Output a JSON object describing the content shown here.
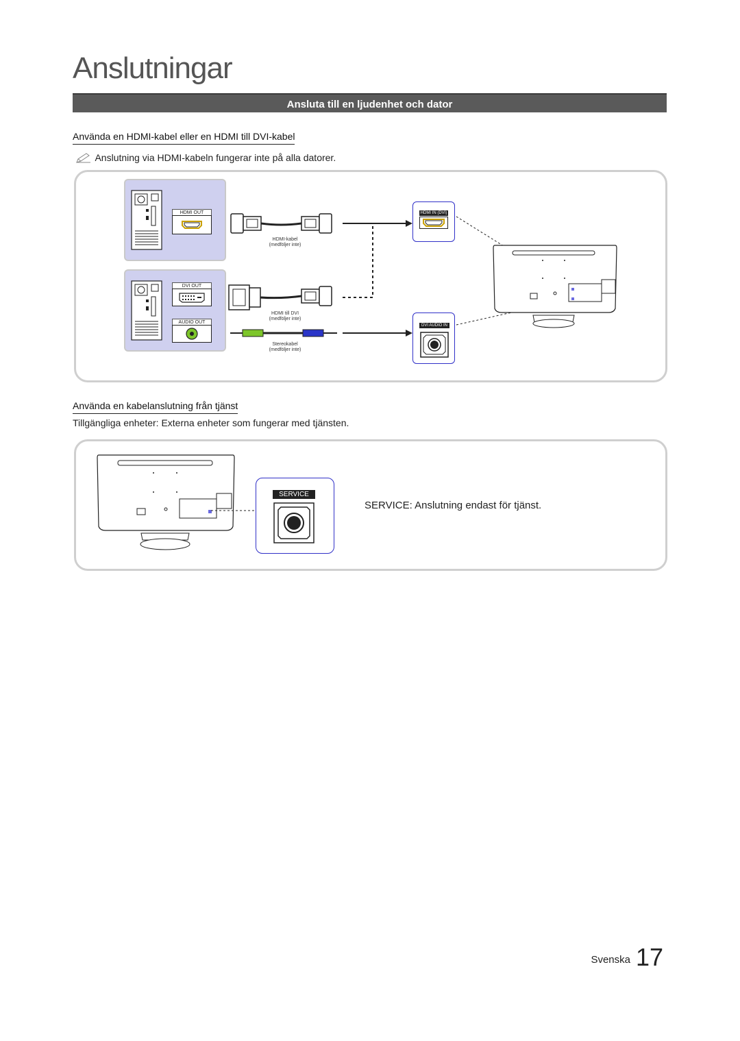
{
  "page": {
    "title": "Anslutningar",
    "section_title": "Ansluta till en ljudenhet och dator",
    "language": "Svenska",
    "page_number": "17"
  },
  "hdmi_section": {
    "heading": "Använda en HDMI-kabel eller en HDMI till DVI-kabel",
    "note": "Anslutning via HDMI-kabeln fungerar inte på alla datorer.",
    "note_icon": "pencil-note-icon",
    "diagram": {
      "pc_port_hdmi": "HDMI OUT",
      "pc_port_dvi": "DVI OUT",
      "pc_port_audio": "AUDIO OUT",
      "cable_hdmi_name": "HDMI-kabel",
      "cable_hdmi_note": "medföljer inte",
      "cable_dvi_name": "HDMI till DVI",
      "cable_dvi_note": "medföljer inte",
      "cable_stereo_name": "Stereokabel",
      "cable_stereo_note": "medföljer inte",
      "tv_port_hdmi": "HDMI IN (DVI)",
      "tv_port_audio": "DVI AUDIO IN"
    }
  },
  "service_section": {
    "heading": "Använda en kabelanslutning från tjänst",
    "description": "Tillgängliga enheter: Externa enheter som fungerar med tjänsten.",
    "port_label": "SERVICE",
    "caption_term": "SERVICE",
    "caption_text": ": Anslutning endast för tjänst."
  },
  "colors": {
    "section_bar": "#5a5a5a",
    "pc_box": "#cfd0ef",
    "tv_port_border": "#3030c8",
    "panel_border": "#cfcfcf"
  }
}
